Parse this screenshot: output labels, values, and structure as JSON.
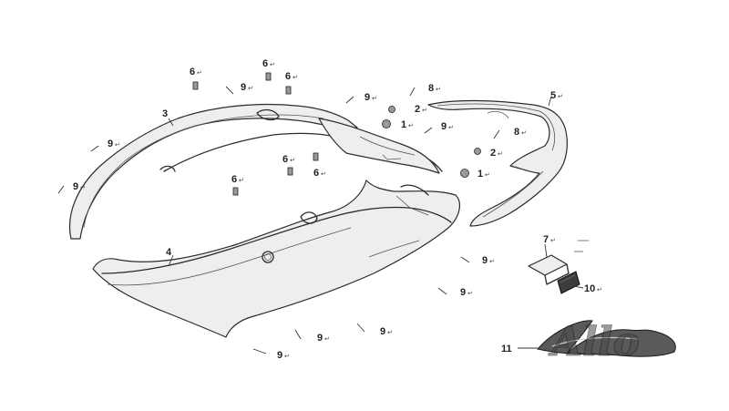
{
  "diagram": {
    "mark": "↵",
    "logo_text": "Allo",
    "callouts": [
      {
        "id": "c6a",
        "label": "6"
      },
      {
        "id": "c9a",
        "label": "9"
      },
      {
        "id": "c6b",
        "label": "6"
      },
      {
        "id": "c6c",
        "label": "6"
      },
      {
        "id": "c9b",
        "label": "9"
      },
      {
        "id": "c8a",
        "label": "8"
      },
      {
        "id": "c5",
        "label": "5"
      },
      {
        "id": "c3",
        "label": "3"
      },
      {
        "id": "c2a",
        "label": "2"
      },
      {
        "id": "c1a",
        "label": "1"
      },
      {
        "id": "c9c",
        "label": "9"
      },
      {
        "id": "c8b",
        "label": "8"
      },
      {
        "id": "c9d",
        "label": "9"
      },
      {
        "id": "c2b",
        "label": "2"
      },
      {
        "id": "c6d",
        "label": "6"
      },
      {
        "id": "c6e",
        "label": "6"
      },
      {
        "id": "c1b",
        "label": "1"
      },
      {
        "id": "c6f",
        "label": "6"
      },
      {
        "id": "c9e",
        "label": "9"
      },
      {
        "id": "c7",
        "label": "7"
      },
      {
        "id": "c4",
        "label": "4"
      },
      {
        "id": "c9f",
        "label": "9"
      },
      {
        "id": "c10",
        "label": "10"
      },
      {
        "id": "c9g",
        "label": "9"
      },
      {
        "id": "c9h",
        "label": "9"
      },
      {
        "id": "c9i",
        "label": "9"
      },
      {
        "id": "c11",
        "label": "11"
      },
      {
        "id": "c9j",
        "label": "9"
      }
    ]
  }
}
